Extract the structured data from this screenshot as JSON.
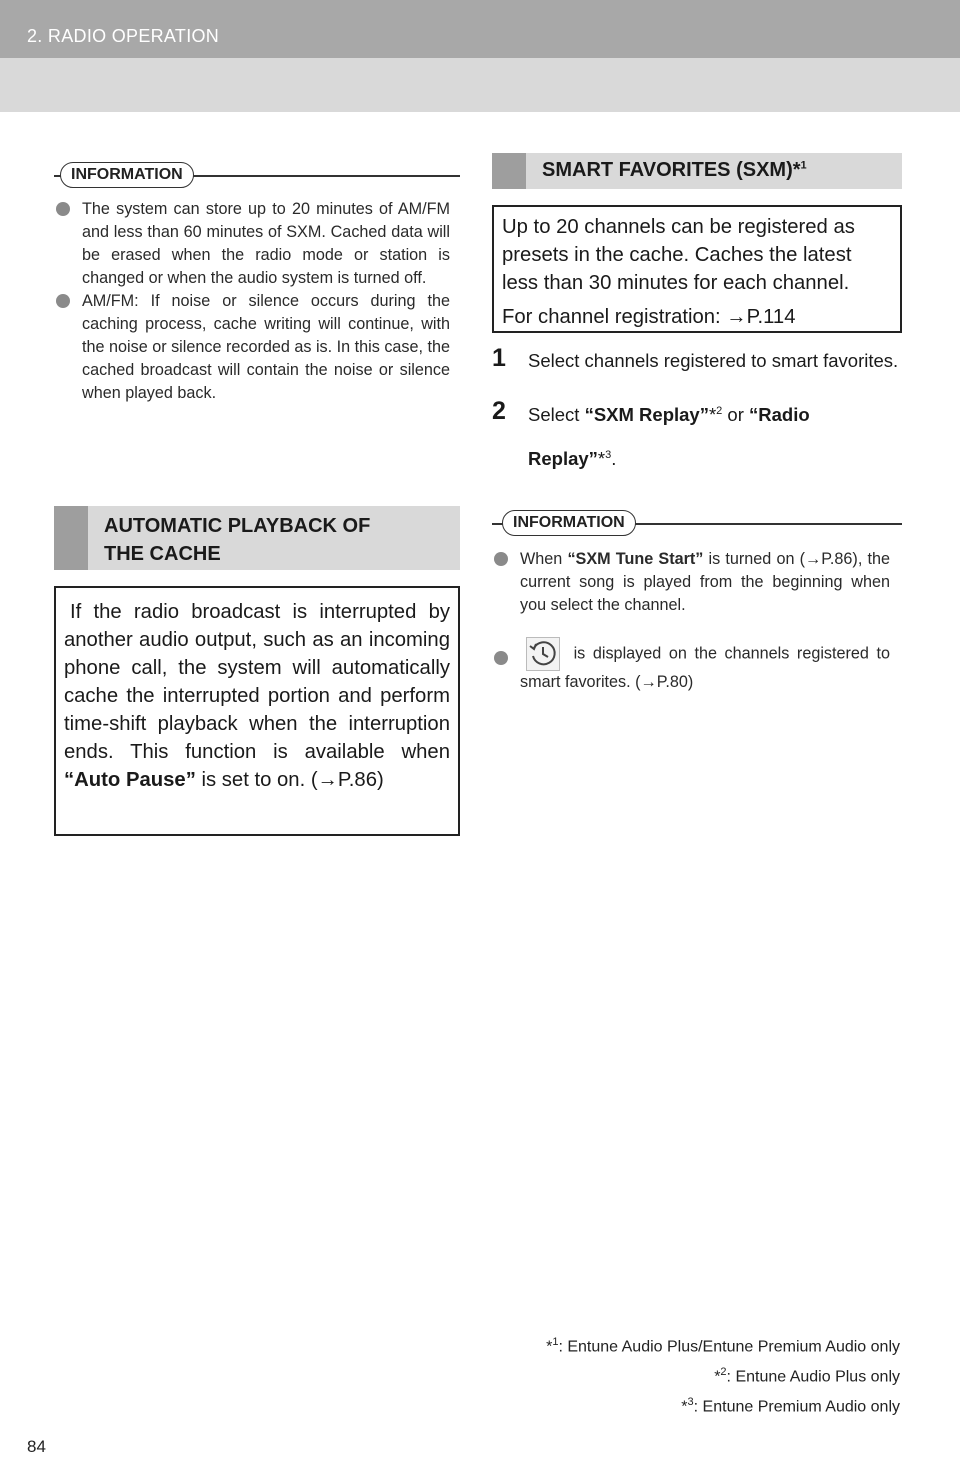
{
  "header": {
    "section_title": "2. RADIO OPERATION"
  },
  "page_number": "84",
  "left_info": {
    "label": "INFORMATION",
    "bullets": [
      "The system can store up to 20 minutes of AM/FM and less than 60 minutes of SXM. Cached data will be erased when the radio mode or station is changed or when the audio system is turned off.",
      "AM/FM: If noise or silence occurs during the caching process, cache writing will continue, with the noise or silence recorded as is. In this case, the cached broadcast will contain the noise or silence when played back."
    ]
  },
  "auto_playback": {
    "heading_line1": "AUTOMATIC PLAYBACK OF",
    "heading_line2": "THE CACHE",
    "body_pre": "If the radio broadcast is interrupted by another audio output, such as an incoming phone call, the system will automatically cache the interrupted portion and perform time-shift playback when the interruption ends. This function is available when ",
    "body_bold": "“Auto Pause”",
    "body_post": " is set to on. (→P.86)"
  },
  "smart_favorites": {
    "heading": "SMART FAVORITES (SXM)*",
    "heading_sup": "1",
    "box_text": "Up to 20 channels can be registered as presets in the cache. Caches the latest less than 30 minutes for each channel.",
    "box_ref": "For channel registration: →P.114",
    "step1_num": "1",
    "step1_text": "Select channels registered to smart favorites.",
    "step2_num": "2",
    "step2_pre": "Select ",
    "step2_b1": "“SXM Replay”",
    "step2_star1": "*",
    "step2_sup1": "2",
    "step2_mid": " or ",
    "step2_b2": "“Radio Replay”",
    "step2_star2": "*",
    "step2_sup2": "3",
    "step2_end": "."
  },
  "right_info": {
    "label": "INFORMATION",
    "b1_pre": "When ",
    "b1_bold": "“SXM Tune Start”",
    "b1_post": " is turned on (→P.86), the current song is played from the beginning when you select the channel.",
    "b2_post": " is displayed on the channels registered to smart favorites. (→P.80)",
    "icon": "clock-icon"
  },
  "footnotes": [
    {
      "star": "*",
      "sup": "1",
      "text": ": Entune Audio Plus/Entune Premium Audio only"
    },
    {
      "star": "*",
      "sup": "2",
      "text": ": Entune Audio Plus only"
    },
    {
      "star": "*",
      "sup": "3",
      "text": ": Entune Premium Audio only"
    }
  ]
}
